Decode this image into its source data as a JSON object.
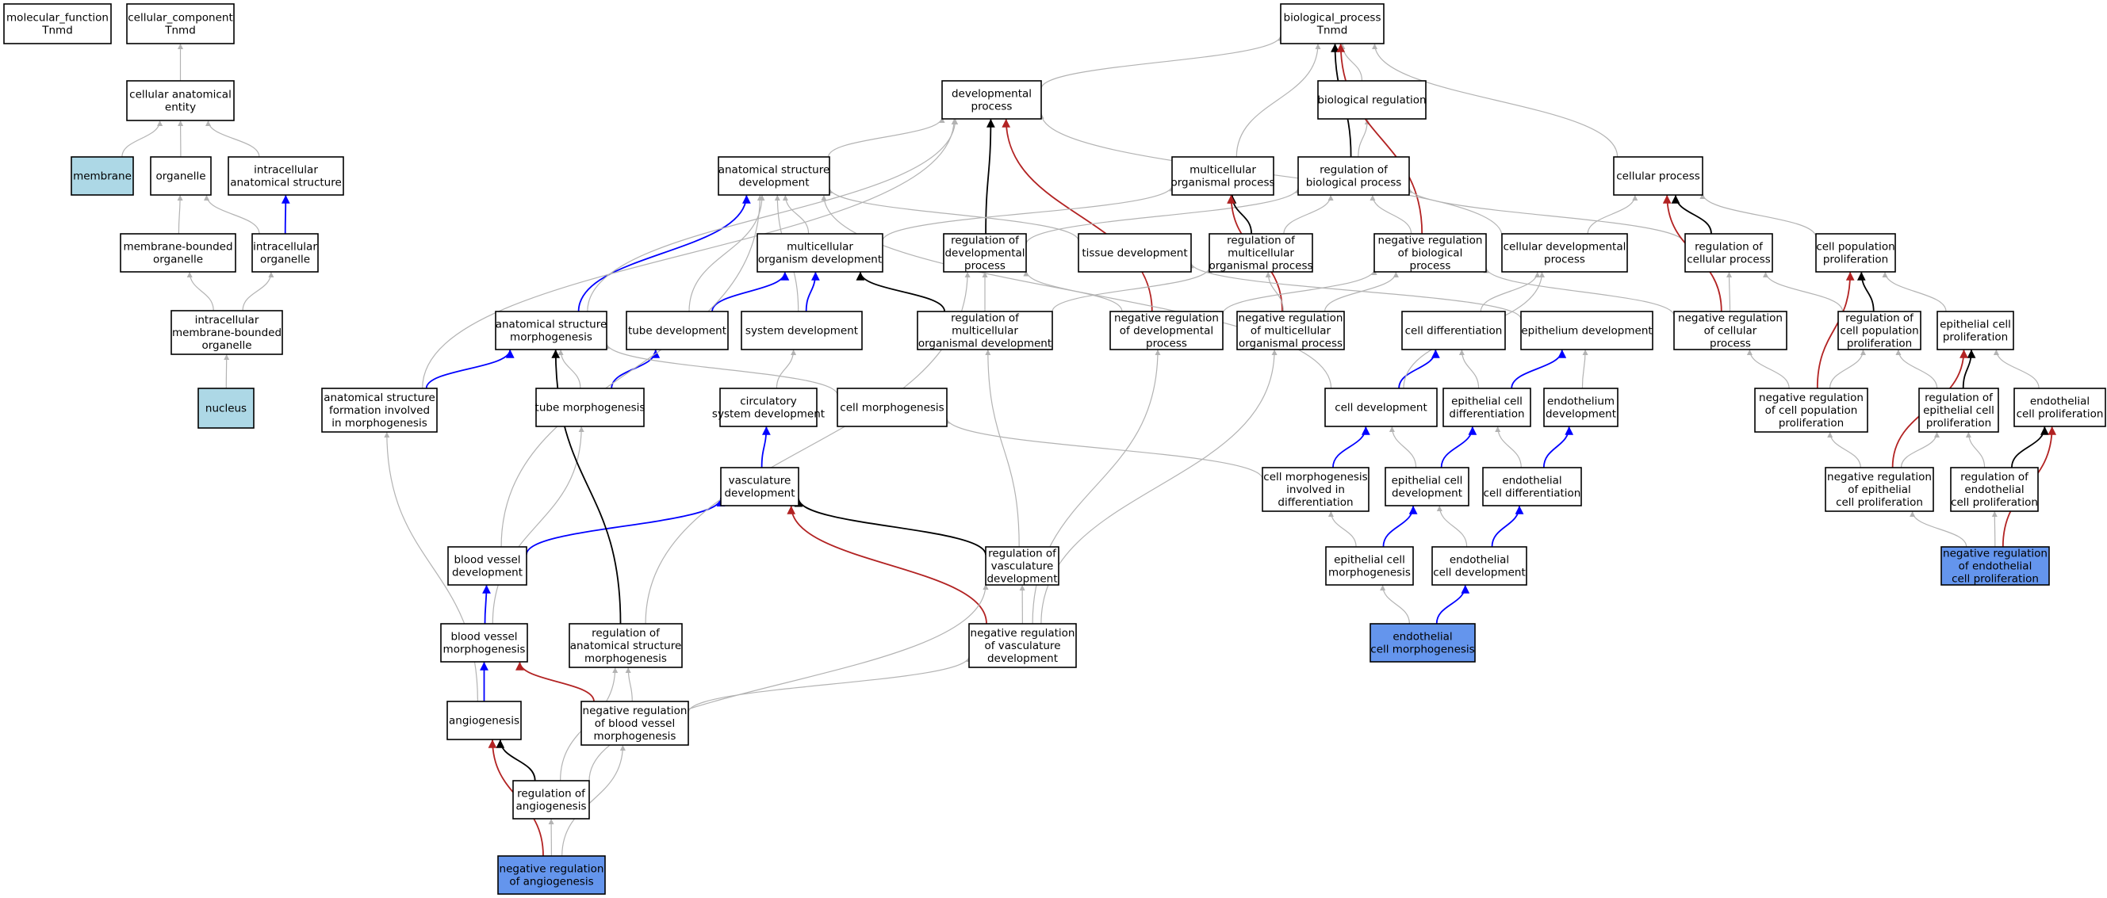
{
  "colors": {
    "default_fill": "#ffffff",
    "cellular_component_fill": "#add8e6",
    "query_fill": "#6495ed",
    "is_a_edge": "#b3b3b3",
    "part_of_edge": "#0000ff",
    "regulates_edge": "#000000",
    "negatively_regulates_edge": "#b22222"
  },
  "nodes": [
    {
      "id": "mf",
      "lines": [
        "molecular_function",
        "Tnmd"
      ],
      "fill": "default"
    },
    {
      "id": "cc",
      "lines": [
        "cellular_component",
        "Tnmd"
      ],
      "fill": "default"
    },
    {
      "id": "bp",
      "lines": [
        "biological_process",
        "Tnmd"
      ],
      "fill": "default"
    },
    {
      "id": "cae",
      "lines": [
        "cellular anatomical",
        "entity"
      ],
      "fill": "default"
    },
    {
      "id": "membrane",
      "lines": [
        "membrane"
      ],
      "fill": "cellular_component"
    },
    {
      "id": "organelle",
      "lines": [
        "organelle"
      ],
      "fill": "default"
    },
    {
      "id": "ias",
      "lines": [
        "intracellular",
        "anatomical structure"
      ],
      "fill": "default"
    },
    {
      "id": "mbo",
      "lines": [
        "membrane-bounded",
        "organelle"
      ],
      "fill": "default"
    },
    {
      "id": "io",
      "lines": [
        "intracellular",
        "organelle"
      ],
      "fill": "default"
    },
    {
      "id": "imbo",
      "lines": [
        "intracellular",
        "membrane-bounded",
        "organelle"
      ],
      "fill": "default"
    },
    {
      "id": "nucleus",
      "lines": [
        "nucleus"
      ],
      "fill": "cellular_component"
    },
    {
      "id": "devproc",
      "lines": [
        "developmental",
        "process"
      ],
      "fill": "default"
    },
    {
      "id": "bioreg",
      "lines": [
        "biological regulation"
      ],
      "fill": "default"
    },
    {
      "id": "asd",
      "lines": [
        "anatomical structure",
        "development"
      ],
      "fill": "default"
    },
    {
      "id": "mop",
      "lines": [
        "multicellular",
        "organismal process"
      ],
      "fill": "default"
    },
    {
      "id": "rbp",
      "lines": [
        "regulation of",
        "biological process"
      ],
      "fill": "default"
    },
    {
      "id": "cellproc",
      "lines": [
        "cellular process"
      ],
      "fill": "default"
    },
    {
      "id": "mod",
      "lines": [
        "multicellular",
        "organism development"
      ],
      "fill": "default"
    },
    {
      "id": "rdp",
      "lines": [
        "regulation of",
        "developmental",
        "process"
      ],
      "fill": "default"
    },
    {
      "id": "tissuedev",
      "lines": [
        "tissue development"
      ],
      "fill": "default"
    },
    {
      "id": "rmop",
      "lines": [
        "regulation of",
        "multicellular",
        "organismal process"
      ],
      "fill": "default"
    },
    {
      "id": "nrbp",
      "lines": [
        "negative regulation",
        "of biological",
        "process"
      ],
      "fill": "default"
    },
    {
      "id": "cdp",
      "lines": [
        "cellular developmental",
        "process"
      ],
      "fill": "default"
    },
    {
      "id": "rcp",
      "lines": [
        "regulation of",
        "cellular process"
      ],
      "fill": "default"
    },
    {
      "id": "cpp",
      "lines": [
        "cell population",
        "proliferation"
      ],
      "fill": "default"
    },
    {
      "id": "asm",
      "lines": [
        "anatomical structure",
        "morphogenesis"
      ],
      "fill": "default"
    },
    {
      "id": "tubedev",
      "lines": [
        "tube development"
      ],
      "fill": "default"
    },
    {
      "id": "sysdev",
      "lines": [
        "system development"
      ],
      "fill": "default"
    },
    {
      "id": "rmod",
      "lines": [
        "regulation of",
        "multicellular",
        "organismal development"
      ],
      "fill": "default"
    },
    {
      "id": "nrdp",
      "lines": [
        "negative regulation",
        "of developmental",
        "process"
      ],
      "fill": "default"
    },
    {
      "id": "nrmop",
      "lines": [
        "negative regulation",
        "of multicellular",
        "organismal process"
      ],
      "fill": "default"
    },
    {
      "id": "celldiff",
      "lines": [
        "cell differentiation"
      ],
      "fill": "default"
    },
    {
      "id": "epidev",
      "lines": [
        "epithelium development"
      ],
      "fill": "default"
    },
    {
      "id": "nrcp",
      "lines": [
        "negative regulation",
        "of cellular",
        "process"
      ],
      "fill": "default"
    },
    {
      "id": "rcpp",
      "lines": [
        "regulation of",
        "cell population",
        "proliferation"
      ],
      "fill": "default"
    },
    {
      "id": "ecp",
      "lines": [
        "epithelial cell",
        "proliferation"
      ],
      "fill": "default"
    },
    {
      "id": "asfm",
      "lines": [
        "anatomical structure",
        "formation involved",
        "in morphogenesis"
      ],
      "fill": "default"
    },
    {
      "id": "tubemorph",
      "lines": [
        "tube morphogenesis"
      ],
      "fill": "default"
    },
    {
      "id": "csd",
      "lines": [
        "circulatory",
        "system development"
      ],
      "fill": "default"
    },
    {
      "id": "cellmorph",
      "lines": [
        "cell morphogenesis"
      ],
      "fill": "default"
    },
    {
      "id": "celldev",
      "lines": [
        "cell development"
      ],
      "fill": "default"
    },
    {
      "id": "ecd",
      "lines": [
        "epithelial cell",
        "differentiation"
      ],
      "fill": "default"
    },
    {
      "id": "endodev",
      "lines": [
        "endothelium",
        "development"
      ],
      "fill": "default"
    },
    {
      "id": "nrcpp",
      "lines": [
        "negative regulation",
        "of cell population",
        "proliferation"
      ],
      "fill": "default"
    },
    {
      "id": "recp",
      "lines": [
        "regulation of",
        "epithelial cell",
        "proliferation"
      ],
      "fill": "default"
    },
    {
      "id": "enp",
      "lines": [
        "endothelial",
        "cell proliferation"
      ],
      "fill": "default"
    },
    {
      "id": "vascdev",
      "lines": [
        "vasculature",
        "development"
      ],
      "fill": "default"
    },
    {
      "id": "cmid",
      "lines": [
        "cell morphogenesis",
        "involved in",
        "differentiation"
      ],
      "fill": "default"
    },
    {
      "id": "ecdev",
      "lines": [
        "epithelial cell",
        "development"
      ],
      "fill": "default"
    },
    {
      "id": "endcd",
      "lines": [
        "endothelial",
        "cell differentiation"
      ],
      "fill": "default"
    },
    {
      "id": "nrecp",
      "lines": [
        "negative regulation",
        "of epithelial",
        "cell proliferation"
      ],
      "fill": "default"
    },
    {
      "id": "renp",
      "lines": [
        "regulation of",
        "endothelial",
        "cell proliferation"
      ],
      "fill": "default"
    },
    {
      "id": "bvd",
      "lines": [
        "blood vessel",
        "development"
      ],
      "fill": "default"
    },
    {
      "id": "rvd",
      "lines": [
        "regulation of",
        "vasculature",
        "development"
      ],
      "fill": "default"
    },
    {
      "id": "ecm",
      "lines": [
        "epithelial cell",
        "morphogenesis"
      ],
      "fill": "default"
    },
    {
      "id": "endcdev",
      "lines": [
        "endothelial",
        "cell development"
      ],
      "fill": "default"
    },
    {
      "id": "nrenp",
      "lines": [
        "negative regulation",
        "of endothelial",
        "cell proliferation"
      ],
      "fill": "query"
    },
    {
      "id": "bvm",
      "lines": [
        "blood vessel",
        "morphogenesis"
      ],
      "fill": "default"
    },
    {
      "id": "rasm",
      "lines": [
        "regulation of",
        "anatomical structure",
        "morphogenesis"
      ],
      "fill": "default"
    },
    {
      "id": "nrvd",
      "lines": [
        "negative regulation",
        "of vasculature",
        "development"
      ],
      "fill": "default"
    },
    {
      "id": "endcm",
      "lines": [
        "endothelial",
        "cell morphogenesis"
      ],
      "fill": "query"
    },
    {
      "id": "angio",
      "lines": [
        "angiogenesis"
      ],
      "fill": "default"
    },
    {
      "id": "nrbvm",
      "lines": [
        "negative regulation",
        "of blood vessel",
        "morphogenesis"
      ],
      "fill": "default"
    },
    {
      "id": "rangio",
      "lines": [
        "regulation of",
        "angiogenesis"
      ],
      "fill": "default"
    },
    {
      "id": "nrangio",
      "lines": [
        "negative regulation",
        "of angiogenesis"
      ],
      "fill": "query"
    }
  ],
  "edges": [
    [
      "cae",
      "cc",
      "is_a"
    ],
    [
      "membrane",
      "cae",
      "is_a"
    ],
    [
      "organelle",
      "cae",
      "is_a"
    ],
    [
      "ias",
      "cae",
      "is_a"
    ],
    [
      "mbo",
      "organelle",
      "is_a"
    ],
    [
      "io",
      "organelle",
      "is_a"
    ],
    [
      "io",
      "ias",
      "part_of"
    ],
    [
      "imbo",
      "mbo",
      "is_a"
    ],
    [
      "imbo",
      "io",
      "is_a"
    ],
    [
      "nucleus",
      "imbo",
      "is_a"
    ],
    [
      "devproc",
      "bp",
      "is_a"
    ],
    [
      "bioreg",
      "bp",
      "is_a"
    ],
    [
      "mop",
      "bp",
      "is_a"
    ],
    [
      "cellproc",
      "bp",
      "is_a"
    ],
    [
      "rbp",
      "bioreg",
      "is_a"
    ],
    [
      "rbp",
      "bp",
      "regulates"
    ],
    [
      "nrbp",
      "bp",
      "negatively_regulates"
    ],
    [
      "asd",
      "devproc",
      "is_a"
    ],
    [
      "rdp",
      "devproc",
      "regulates"
    ],
    [
      "nrdp",
      "devproc",
      "negatively_regulates"
    ],
    [
      "cdp",
      "devproc",
      "is_a"
    ],
    [
      "mod",
      "asd",
      "is_a"
    ],
    [
      "mod",
      "mop",
      "is_a"
    ],
    [
      "tissuedev",
      "asd",
      "is_a"
    ],
    [
      "tubedev",
      "asd",
      "is_a"
    ],
    [
      "sysdev",
      "asd",
      "is_a"
    ],
    [
      "asm",
      "asd",
      "part_of"
    ],
    [
      "asm",
      "devproc",
      "is_a"
    ],
    [
      "celldev",
      "asd",
      "is_a"
    ],
    [
      "tubedev",
      "mod",
      "part_of"
    ],
    [
      "sysdev",
      "mod",
      "part_of"
    ],
    [
      "rmod",
      "mod",
      "regulates"
    ],
    [
      "rdp",
      "rbp",
      "is_a"
    ],
    [
      "rmop",
      "mop",
      "regulates"
    ],
    [
      "rmop",
      "rbp",
      "is_a"
    ],
    [
      "nrbp",
      "rbp",
      "is_a"
    ],
    [
      "nrmop",
      "mop",
      "negatively_regulates"
    ],
    [
      "rcp",
      "rbp",
      "is_a"
    ],
    [
      "rcp",
      "cellproc",
      "regulates"
    ],
    [
      "nrcp",
      "cellproc",
      "negatively_regulates"
    ],
    [
      "cdp",
      "cellproc",
      "is_a"
    ],
    [
      "cpp",
      "cellproc",
      "is_a"
    ],
    [
      "rmod",
      "rdp",
      "is_a"
    ],
    [
      "rmod",
      "rmop",
      "is_a"
    ],
    [
      "nrdp",
      "rdp",
      "is_a"
    ],
    [
      "nrdp",
      "nrbp",
      "is_a"
    ],
    [
      "nrmop",
      "rmop",
      "is_a"
    ],
    [
      "nrmop",
      "nrbp",
      "is_a"
    ],
    [
      "nrcp",
      "rcp",
      "is_a"
    ],
    [
      "nrcp",
      "nrbp",
      "is_a"
    ],
    [
      "celldiff",
      "cdp",
      "is_a"
    ],
    [
      "epidev",
      "tissuedev",
      "is_a"
    ],
    [
      "rcpp",
      "rcp",
      "is_a"
    ],
    [
      "rcpp",
      "cpp",
      "regulates"
    ],
    [
      "ecp",
      "cpp",
      "is_a"
    ],
    [
      "asfm",
      "asm",
      "part_of"
    ],
    [
      "asfm",
      "devproc",
      "is_a"
    ],
    [
      "tubemorph",
      "asm",
      "is_a"
    ],
    [
      "tubemorph",
      "tubedev",
      "part_of"
    ],
    [
      "cellmorph",
      "asm",
      "is_a"
    ],
    [
      "csd",
      "sysdev",
      "is_a"
    ],
    [
      "vascdev",
      "csd",
      "part_of"
    ],
    [
      "celldev",
      "celldiff",
      "part_of"
    ],
    [
      "celldev",
      "cdp",
      "is_a"
    ],
    [
      "ecd",
      "celldiff",
      "is_a"
    ],
    [
      "ecd",
      "epidev",
      "part_of"
    ],
    [
      "endodev",
      "epidev",
      "is_a"
    ],
    [
      "nrcpp",
      "rcpp",
      "is_a"
    ],
    [
      "nrcpp",
      "nrcp",
      "is_a"
    ],
    [
      "nrcpp",
      "cpp",
      "negatively_regulates"
    ],
    [
      "recp",
      "rcpp",
      "is_a"
    ],
    [
      "recp",
      "ecp",
      "regulates"
    ],
    [
      "enp",
      "ecp",
      "is_a"
    ],
    [
      "cmid",
      "celldev",
      "part_of"
    ],
    [
      "cmid",
      "cellmorph",
      "is_a"
    ],
    [
      "ecdev",
      "ecd",
      "part_of"
    ],
    [
      "ecdev",
      "celldev",
      "is_a"
    ],
    [
      "endcd",
      "ecd",
      "is_a"
    ],
    [
      "endcd",
      "endodev",
      "part_of"
    ],
    [
      "nrecp",
      "nrcpp",
      "is_a"
    ],
    [
      "nrecp",
      "recp",
      "is_a"
    ],
    [
      "nrecp",
      "ecp",
      "negatively_regulates"
    ],
    [
      "renp",
      "recp",
      "is_a"
    ],
    [
      "renp",
      "enp",
      "regulates"
    ],
    [
      "bvd",
      "vascdev",
      "part_of"
    ],
    [
      "bvd",
      "asd",
      "is_a"
    ],
    [
      "rvd",
      "vascdev",
      "regulates"
    ],
    [
      "rvd",
      "rmod",
      "is_a"
    ],
    [
      "ecm",
      "cmid",
      "is_a"
    ],
    [
      "ecm",
      "ecdev",
      "part_of"
    ],
    [
      "endcdev",
      "endcd",
      "part_of"
    ],
    [
      "endcdev",
      "ecdev",
      "is_a"
    ],
    [
      "nrenp",
      "nrecp",
      "is_a"
    ],
    [
      "nrenp",
      "renp",
      "is_a"
    ],
    [
      "nrenp",
      "enp",
      "negatively_regulates"
    ],
    [
      "bvm",
      "bvd",
      "part_of"
    ],
    [
      "bvm",
      "tubemorph",
      "is_a"
    ],
    [
      "rasm",
      "asm",
      "regulates"
    ],
    [
      "rasm",
      "rdp",
      "is_a"
    ],
    [
      "nrvd",
      "vascdev",
      "negatively_regulates"
    ],
    [
      "nrvd",
      "rvd",
      "is_a"
    ],
    [
      "nrvd",
      "nrdp",
      "is_a"
    ],
    [
      "nrvd",
      "nrmop",
      "is_a"
    ],
    [
      "endcm",
      "endcdev",
      "part_of"
    ],
    [
      "endcm",
      "ecm",
      "is_a"
    ],
    [
      "angio",
      "bvm",
      "part_of"
    ],
    [
      "angio",
      "asfm",
      "is_a"
    ],
    [
      "nrbvm",
      "bvm",
      "negatively_regulates"
    ],
    [
      "nrbvm",
      "rasm",
      "is_a"
    ],
    [
      "nrbvm",
      "nrvd",
      "is_a"
    ],
    [
      "rangio",
      "angio",
      "regulates"
    ],
    [
      "rangio",
      "rasm",
      "is_a"
    ],
    [
      "rangio",
      "rvd",
      "is_a"
    ],
    [
      "nrangio",
      "angio",
      "negatively_regulates"
    ],
    [
      "nrangio",
      "rangio",
      "is_a"
    ],
    [
      "nrangio",
      "nrbvm",
      "is_a"
    ]
  ]
}
